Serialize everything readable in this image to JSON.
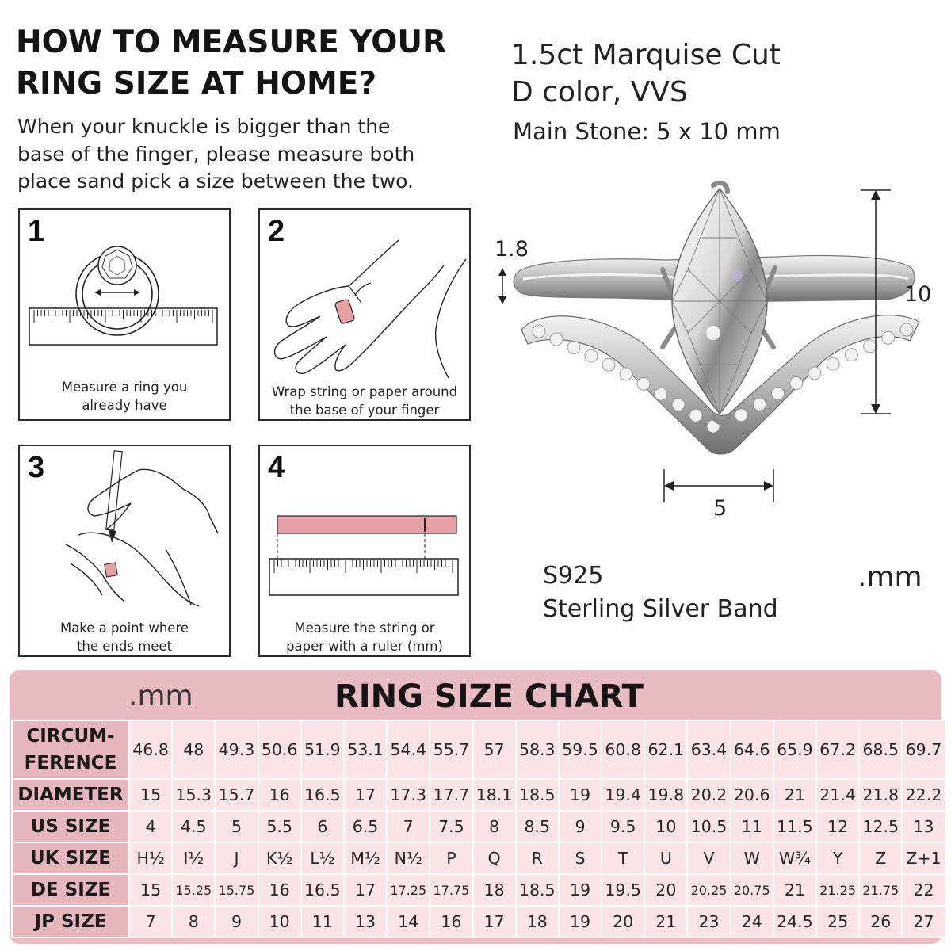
{
  "heading": {
    "line1": "HOW TO MEASURE YOUR",
    "line2": "RING SIZE AT HOME?"
  },
  "intro": {
    "line1": "When your knuckle is bigger than the",
    "line2": "base of the finger, please measure both",
    "line3": "place sand pick a size between the two."
  },
  "specs": {
    "line1": "1.5ct Marquise Cut",
    "line2": "D color, VVS",
    "line3": "Main Stone: 5 x 10 mm"
  },
  "steps": [
    {
      "number": "1",
      "caption1": "Measure a ring you",
      "caption2": "already have"
    },
    {
      "number": "2",
      "caption1": "Wrap string or paper around",
      "caption2": "the base of your finger"
    },
    {
      "number": "3",
      "caption1": "Make a point where",
      "caption2": "the ends meet"
    },
    {
      "number": "4",
      "caption1": "Measure the string or",
      "caption2": "paper with a ruler (mm)"
    }
  ],
  "dimensions": {
    "band_height": "1.8",
    "total_height": "10",
    "stone_width": "5"
  },
  "material": {
    "line1": "S925",
    "line2": "Sterling Silver Band",
    "unit": ".mm"
  },
  "chart": {
    "unit": ".mm",
    "title": "RING SIZE CHART",
    "rows": [
      {
        "label": "CIRCUM-\nFERENCE",
        "values": [
          "46.8",
          "48",
          "49.3",
          "50.6",
          "51.9",
          "53.1",
          "54.4",
          "55.7",
          "57",
          "58.3",
          "59.5",
          "60.8",
          "62.1",
          "63.4",
          "64.6",
          "65.9",
          "67.2",
          "68.5",
          "69.7"
        ]
      },
      {
        "label": "DIAMETER",
        "values": [
          "15",
          "15.3",
          "15.7",
          "16",
          "16.5",
          "17",
          "17.3",
          "17.7",
          "18.1",
          "18.5",
          "19",
          "19.4",
          "19.8",
          "20.2",
          "20.6",
          "21",
          "21.4",
          "21.8",
          "22.2"
        ]
      },
      {
        "label": "US SIZE",
        "values": [
          "4",
          "4.5",
          "5",
          "5.5",
          "6",
          "6.5",
          "7",
          "7.5",
          "8",
          "8.5",
          "9",
          "9.5",
          "10",
          "10.5",
          "11",
          "11.5",
          "12",
          "12.5",
          "13"
        ]
      },
      {
        "label": "UK SIZE",
        "values": [
          "H½",
          "I½",
          "J",
          "K½",
          "L½",
          "M½",
          "N½",
          "P",
          "Q",
          "R",
          "S",
          "T",
          "U",
          "V",
          "W",
          "W¾",
          "Y",
          "Z",
          "Z+1"
        ]
      },
      {
        "label": "DE SIZE",
        "values": [
          "15",
          "15.25",
          "15.75",
          "16",
          "16.5",
          "17",
          "17.25",
          "17.75",
          "18",
          "18.5",
          "19",
          "19.5",
          "20",
          "20.25",
          "20.75",
          "21",
          "21.25",
          "21.75",
          "22"
        ]
      },
      {
        "label": "JP SIZE",
        "values": [
          "7",
          "8",
          "9",
          "10",
          "11",
          "13",
          "14",
          "16",
          "17",
          "18",
          "19",
          "20",
          "21",
          "23",
          "24",
          "24.5",
          "25",
          "26",
          "27"
        ]
      }
    ]
  },
  "colors": {
    "chart_background": "#e9bcc1",
    "header_cell": "#e6b7bc",
    "value_cell": "#fbe4e6",
    "accent_pink": "#e6a0a6"
  }
}
